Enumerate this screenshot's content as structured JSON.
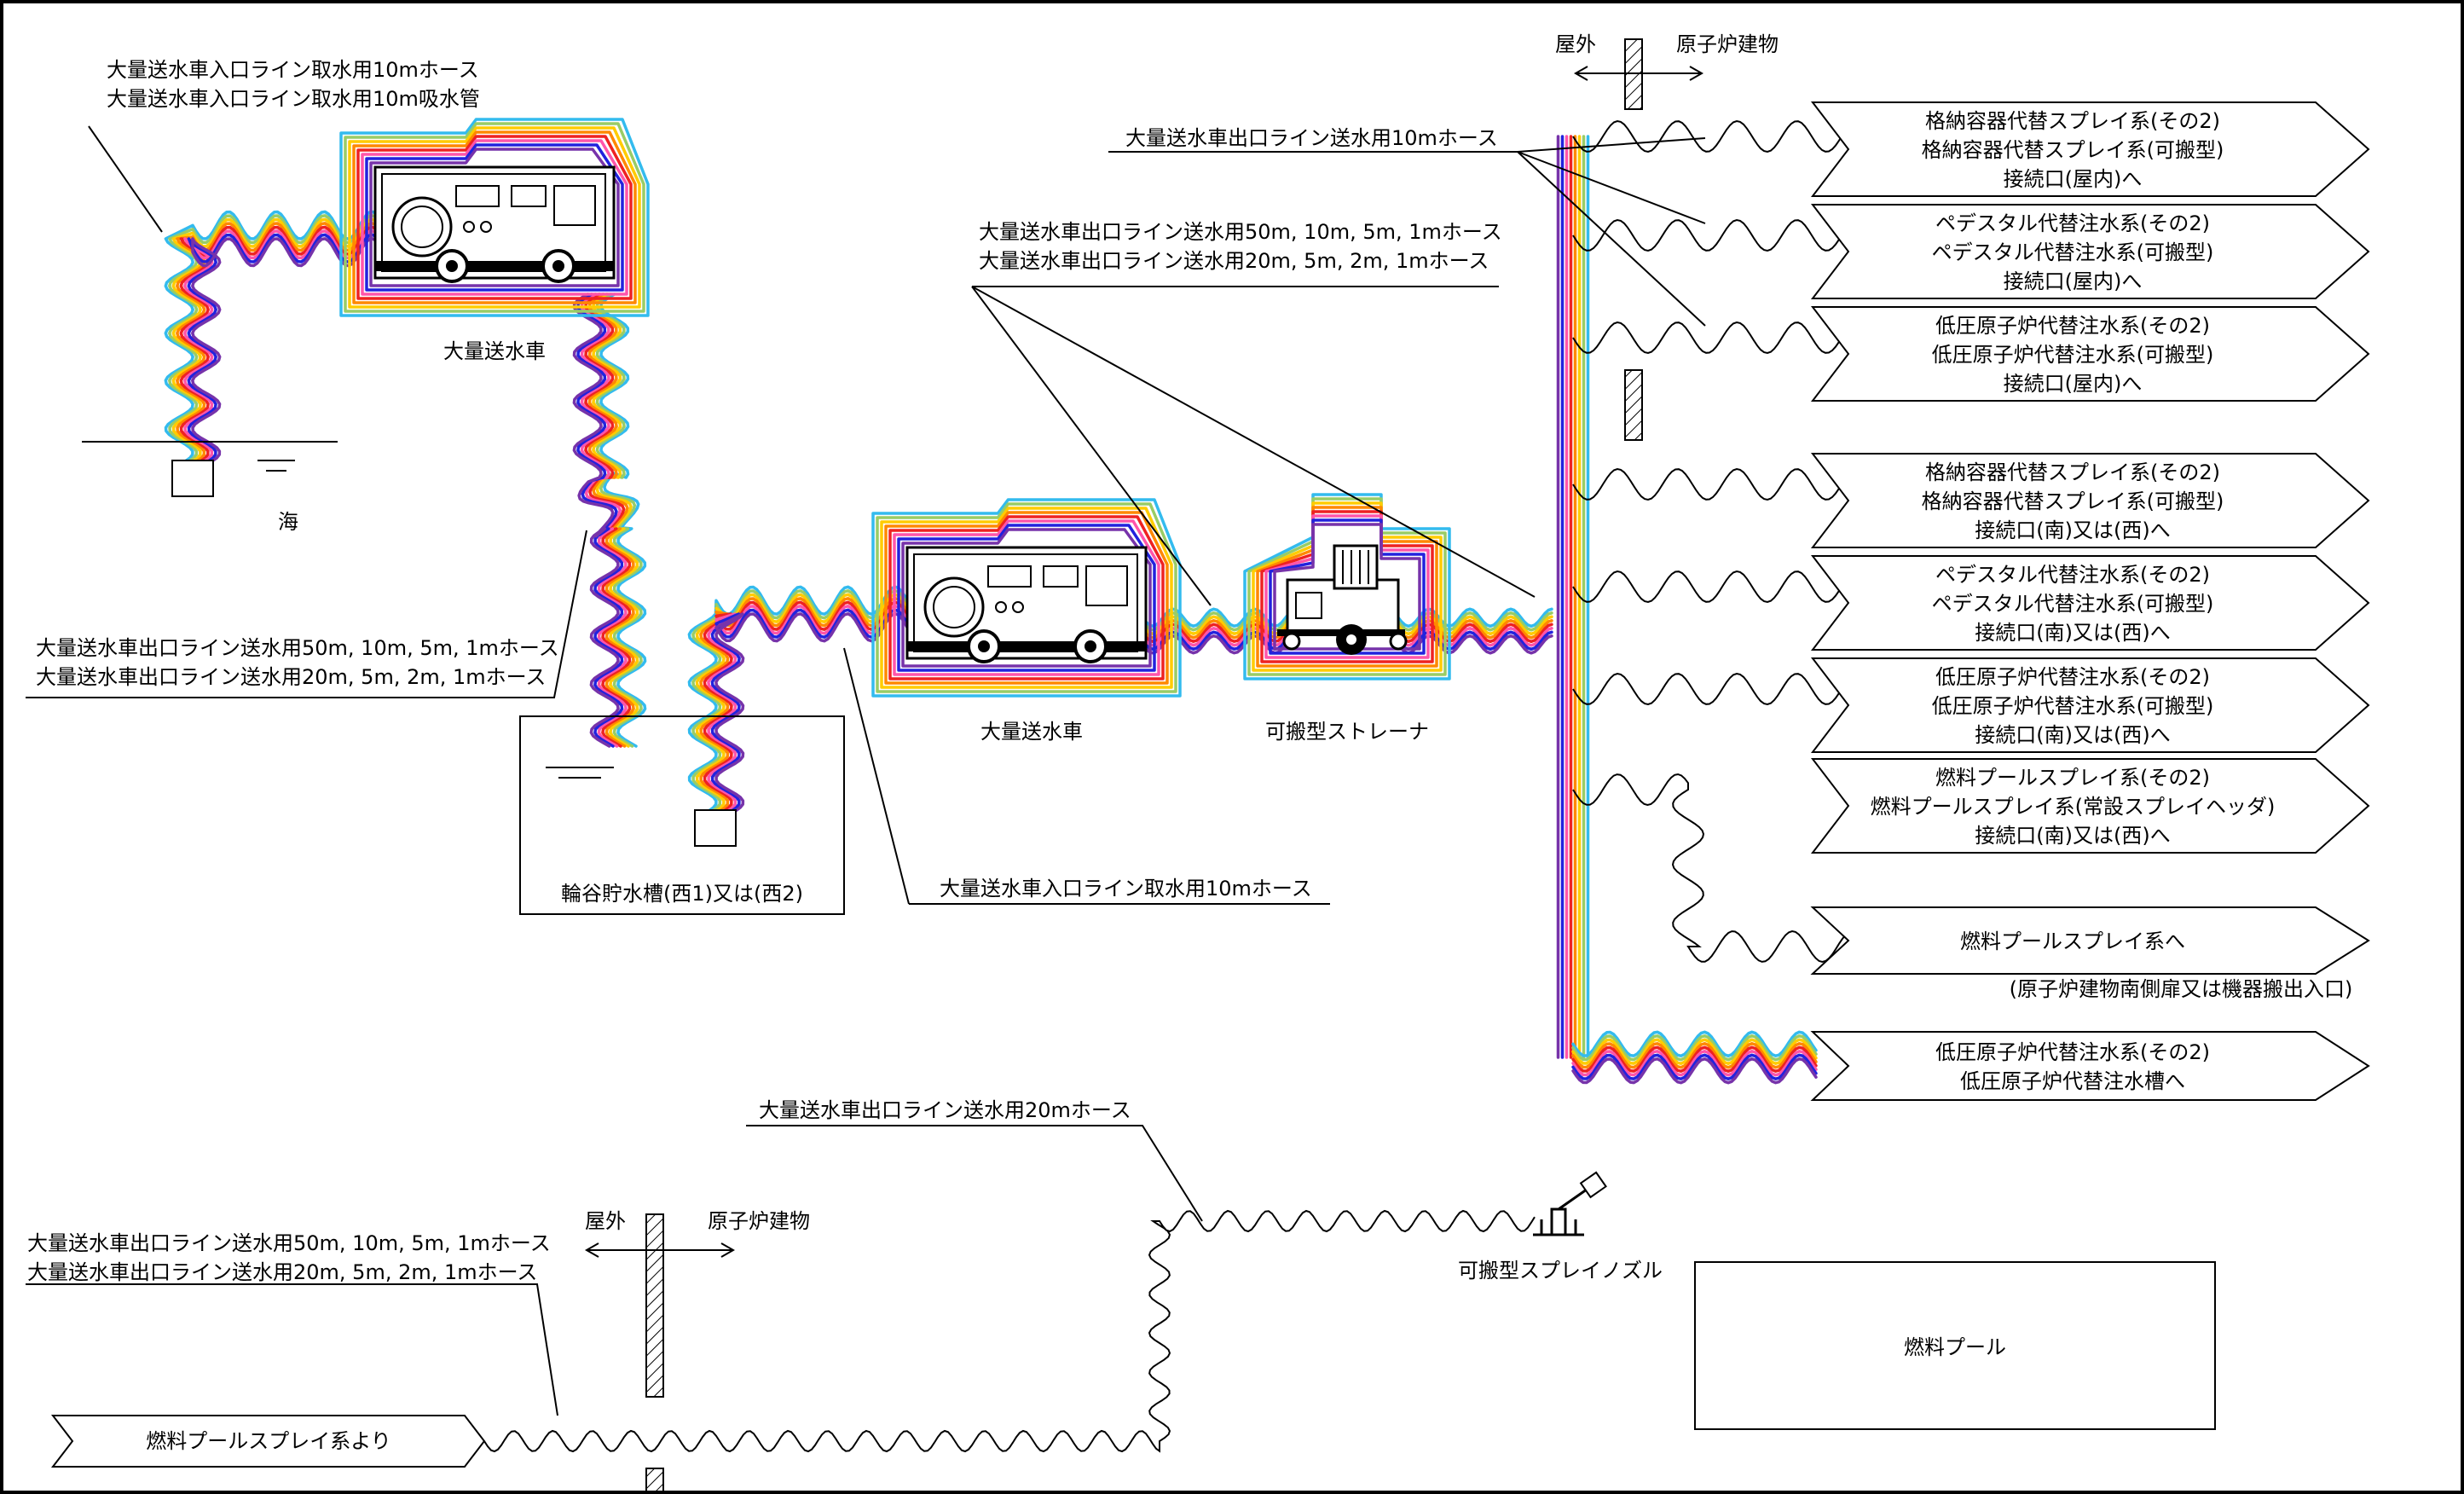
{
  "labels": {
    "sea_intake_hose_10m": "大量送水車入口ライン取水用10mホース",
    "sea_intake_pipe_10m": "大量送水車入口ライン取水用10m吸水管",
    "truck_1": "大量送水車",
    "sea": "海",
    "outlet_hose_a": "大量送水車出口ライン送水用50m, 10m, 5m, 1mホース",
    "outlet_hose_b": "大量送水車出口ライン送水用20m, 5m, 2m, 1mホース",
    "tank": "輪谷貯水槽(西1)又は(西2)",
    "tank_intake_hose": "大量送水車入口ライン取水用10mホース",
    "truck_2": "大量送水車",
    "strainer": "可搬型ストレーナ",
    "mid_outlet_hose_a": "大量送水車出口ライン送水用50m, 10m, 5m, 1mホース",
    "mid_outlet_hose_b": "大量送水車出口ライン送水用20m, 5m, 2m, 1mホース",
    "outlet_hose_10m": "大量送水車出口ライン送水用10mホース",
    "outdoor_top": "屋外",
    "reactor_building_top": "原子炉建物",
    "bottom_outlet_hose_20m": "大量送水車出口ライン送水用20mホース",
    "bottom_hose_a": "大量送水車出口ライン送水用50m, 10m, 5m, 1mホース",
    "bottom_hose_b": "大量送水車出口ライン送水用20m, 5m, 2m, 1mホース",
    "outdoor_bottom": "屋外",
    "reactor_building_bottom": "原子炉建物",
    "spray_nozzle": "可搬型スプレイノズル",
    "fuel_pool": "燃料プール",
    "from_fuel_pool_spray": "燃料プールスプレイ系より"
  },
  "destinations": [
    {
      "lines": [
        "格納容器代替スプレイ系(その2)",
        "格納容器代替スプレイ系(可搬型)",
        "接続口(屋内)へ"
      ]
    },
    {
      "lines": [
        "ペデスタル代替注水系(その2)",
        "ペデスタル代替注水系(可搬型)",
        "接続口(屋内)へ"
      ]
    },
    {
      "lines": [
        "低圧原子炉代替注水系(その2)",
        "低圧原子炉代替注水系(可搬型)",
        "接続口(屋内)へ"
      ]
    },
    {
      "lines": [
        "格納容器代替スプレイ系(その2)",
        "格納容器代替スプレイ系(可搬型)",
        "接続口(南)又は(西)へ"
      ]
    },
    {
      "lines": [
        "ペデスタル代替注水系(その2)",
        "ペデスタル代替注水系(可搬型)",
        "接続口(南)又は(西)へ"
      ]
    },
    {
      "lines": [
        "低圧原子炉代替注水系(その2)",
        "低圧原子炉代替注水系(可搬型)",
        "接続口(南)又は(西)へ"
      ]
    },
    {
      "lines": [
        "燃料プールスプレイ系(その2)",
        "燃料プールスプレイ系(常設スプレイヘッダ)",
        "接続口(南)又は(西)へ"
      ]
    },
    {
      "lines": [
        "燃料プールスプレイ系へ"
      ]
    },
    {
      "lines": [
        "低圧原子炉代替注水系(その2)",
        "低圧原子炉代替注水槽へ"
      ]
    }
  ],
  "fuel_pool_entry_note": "(原子炉建物南側扉又は機器搬出入口)",
  "colors": {
    "outer": "#33bbee",
    "green": "#99cc66",
    "yellow": "#ffcc00",
    "orange": "#ff8800",
    "red": "#ee2222",
    "pink": "#ff55aa",
    "blue": "#2222dd",
    "purple": "#7733aa"
  }
}
